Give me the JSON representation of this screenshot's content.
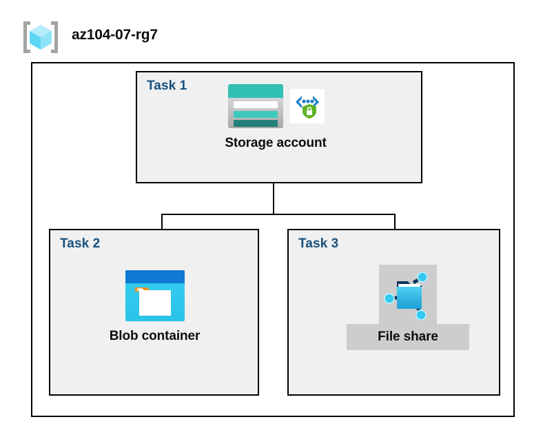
{
  "resource_group": {
    "name": "az104-07-rg7",
    "icon": "resource-group-cube-icon"
  },
  "diagram": {
    "type": "azure-architecture-diagram",
    "boundary_label": "az104-07-rg7",
    "tasks": [
      {
        "id": "task-1",
        "label": "Task 1",
        "node_label": "Storage account",
        "icons": [
          "storage-account-icon",
          "secure-endpoint-shield-icon"
        ],
        "highlighted": false
      },
      {
        "id": "task-2",
        "label": "Task 2",
        "node_label": "Blob container",
        "icons": [
          "blob-container-icon"
        ],
        "highlighted": false
      },
      {
        "id": "task-3",
        "label": "Task 3",
        "node_label": "File share",
        "icons": [
          "file-share-icon"
        ],
        "highlighted": true
      }
    ],
    "connections": [
      {
        "from": "Storage account",
        "to": "Blob container"
      },
      {
        "from": "Storage account",
        "to": "File share"
      }
    ]
  },
  "colors": {
    "task_label": "#17507d",
    "task_box_fill": "#f0f0f0",
    "boundary_stroke": "#000000",
    "highlight_fill": "#cdcdcd",
    "storage_teal": "#32bfb4",
    "storage_teal_dark": "#1f7a72",
    "blob_blue": "#0078d4",
    "blob_cyan": "#32c8f0",
    "fileshare_cyan": "#32bce8",
    "shield_green": "#5fb424",
    "cube_cyan": "#9ce8fa",
    "bracket_gray": "#a0a0a0",
    "accent_orange": "#f7941e"
  }
}
